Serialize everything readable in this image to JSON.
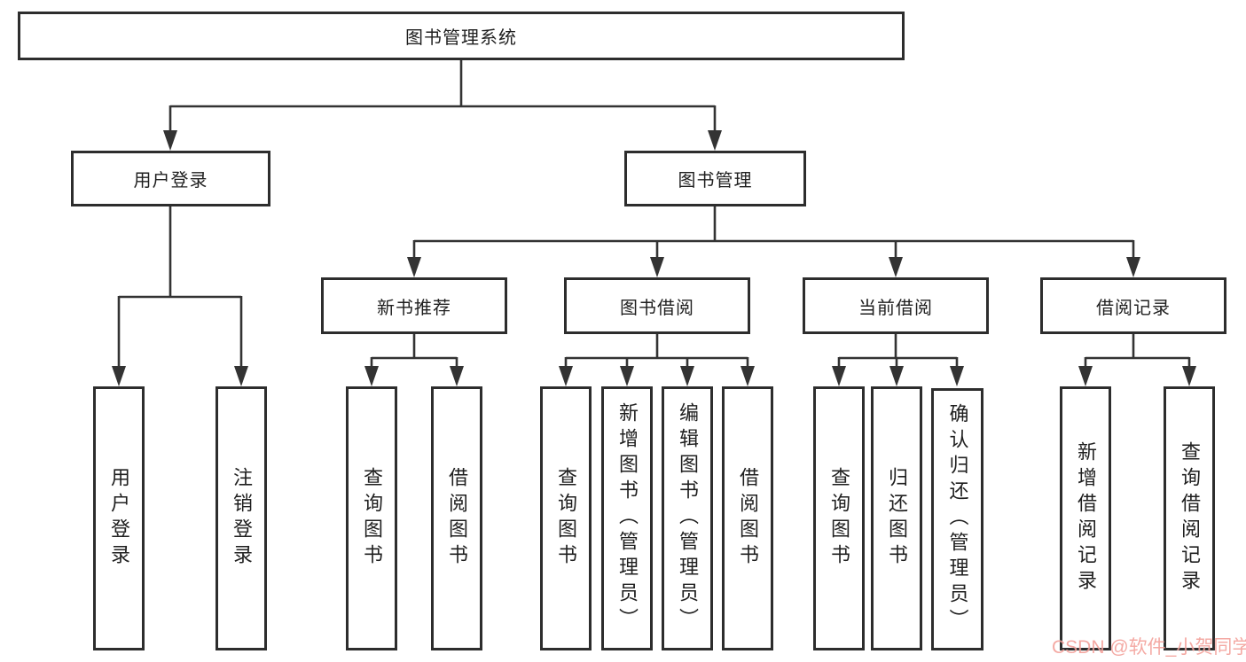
{
  "colors": {
    "background": "#ffffff",
    "box_border": "#2d2d2d",
    "connector_line": "#333333",
    "text": "#1f1f1f",
    "watermark": "#f08c84"
  },
  "tree": {
    "root": {
      "label": "图书管理系统"
    },
    "branches": [
      {
        "label": "用户登录",
        "children": [
          {
            "label": "用户登录"
          },
          {
            "label": "注销登录"
          }
        ]
      },
      {
        "label": "图书管理",
        "children": [
          {
            "label": "新书推荐",
            "children": [
              {
                "label": "查询图书"
              },
              {
                "label": "借阅图书"
              }
            ]
          },
          {
            "label": "图书借阅",
            "children": [
              {
                "label": "查询图书"
              },
              {
                "label": "新增图书（管理员）"
              },
              {
                "label": "编辑图书（管理员）"
              },
              {
                "label": "借阅图书"
              }
            ]
          },
          {
            "label": "当前借阅",
            "children": [
              {
                "label": "查询图书"
              },
              {
                "label": "归还图书"
              },
              {
                "label": "确认归还（管理员）"
              }
            ]
          },
          {
            "label": "借阅记录",
            "children": [
              {
                "label": "新增借阅记录"
              },
              {
                "label": "查询借阅记录"
              }
            ]
          }
        ]
      }
    ]
  },
  "watermark": {
    "text": "CSDN @软件_小贺同学"
  }
}
